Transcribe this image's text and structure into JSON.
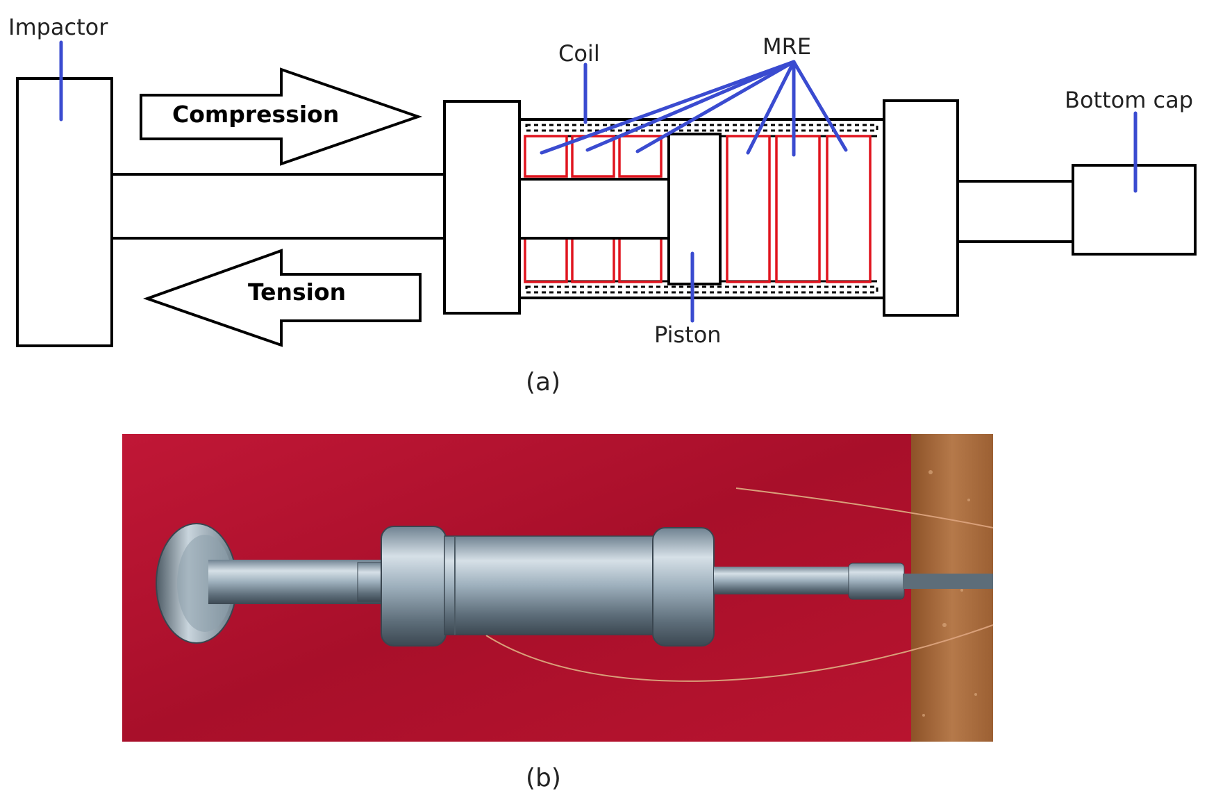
{
  "diagram_a": {
    "labels": {
      "impactor": "Impactor",
      "coil": "Coil",
      "mre": "MRE",
      "bottom_cap": "Bottom cap",
      "piston": "Piston"
    },
    "arrows": {
      "compression": "Compression",
      "tension": "Tension"
    },
    "caption": "(a)",
    "colors": {
      "mre_outline": "#e0141e",
      "leader_lines": "#3a4bd0"
    }
  },
  "photo_b": {
    "caption": "(b)",
    "colors": {
      "background_red": "#b0102c",
      "wood": "#a86a3a",
      "steel": "#9fb3c2"
    }
  }
}
